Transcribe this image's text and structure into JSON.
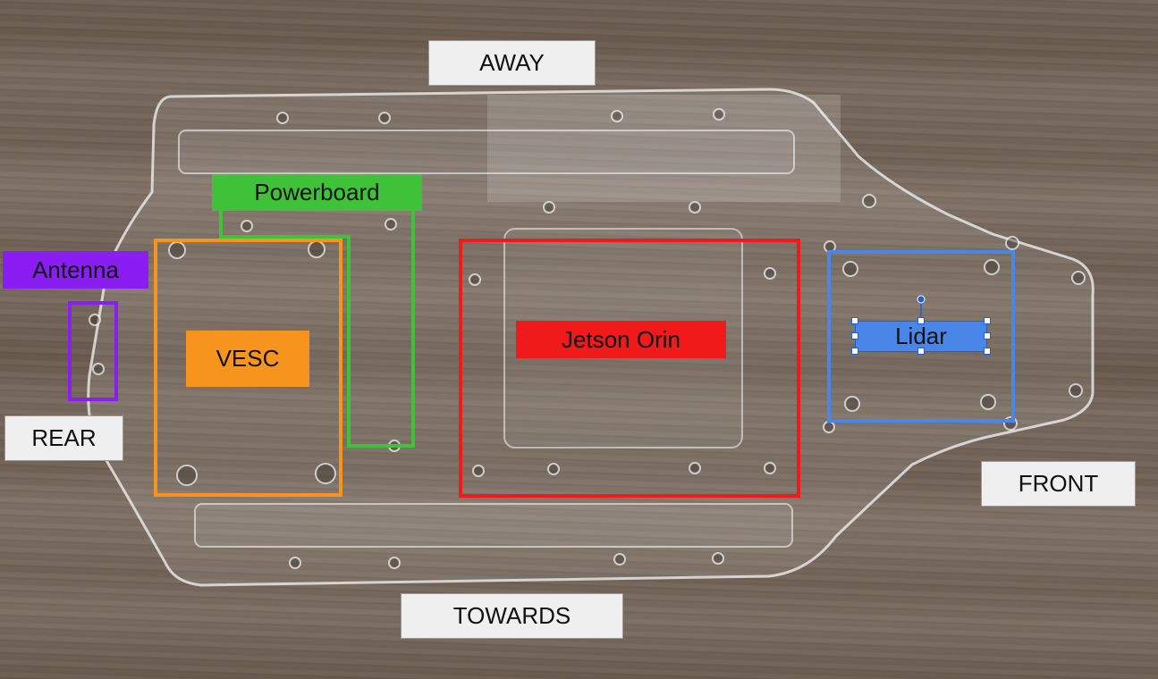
{
  "labels": {
    "away": "AWAY",
    "towards": "TOWARDS",
    "rear": "REAR",
    "front": "FRONT"
  },
  "components": {
    "powerboard": {
      "text": "Powerboard",
      "color": "#3fc23a"
    },
    "antenna": {
      "text": "Antenna",
      "color": "#8a1ef2"
    },
    "vesc": {
      "text": "VESC",
      "color": "#f7941d"
    },
    "jetson": {
      "text": "Jetson Orin",
      "color": "#f01a1a"
    },
    "lidar": {
      "text": "Lidar",
      "color": "#4a86e8"
    }
  }
}
